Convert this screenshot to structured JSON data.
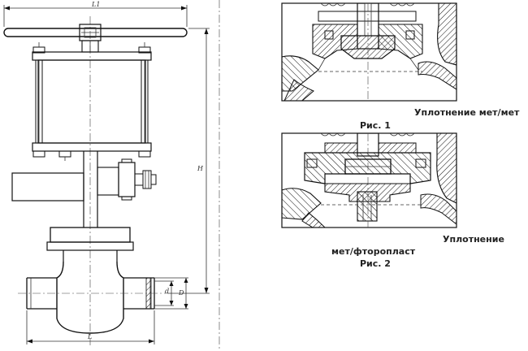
{
  "drawing": {
    "dims": {
      "l1": "L1",
      "h": "H",
      "l": "L",
      "d_small": "d",
      "d_big": "D"
    }
  },
  "captions": {
    "seal_metal_metal": "Уплотнение мет/мет",
    "fig1": "Рис. 1",
    "seal_metal_ptfe_line1": "Уплотнение",
    "seal_metal_ptfe_line2": "мет/фторопласт",
    "fig2": "Рис. 2"
  }
}
